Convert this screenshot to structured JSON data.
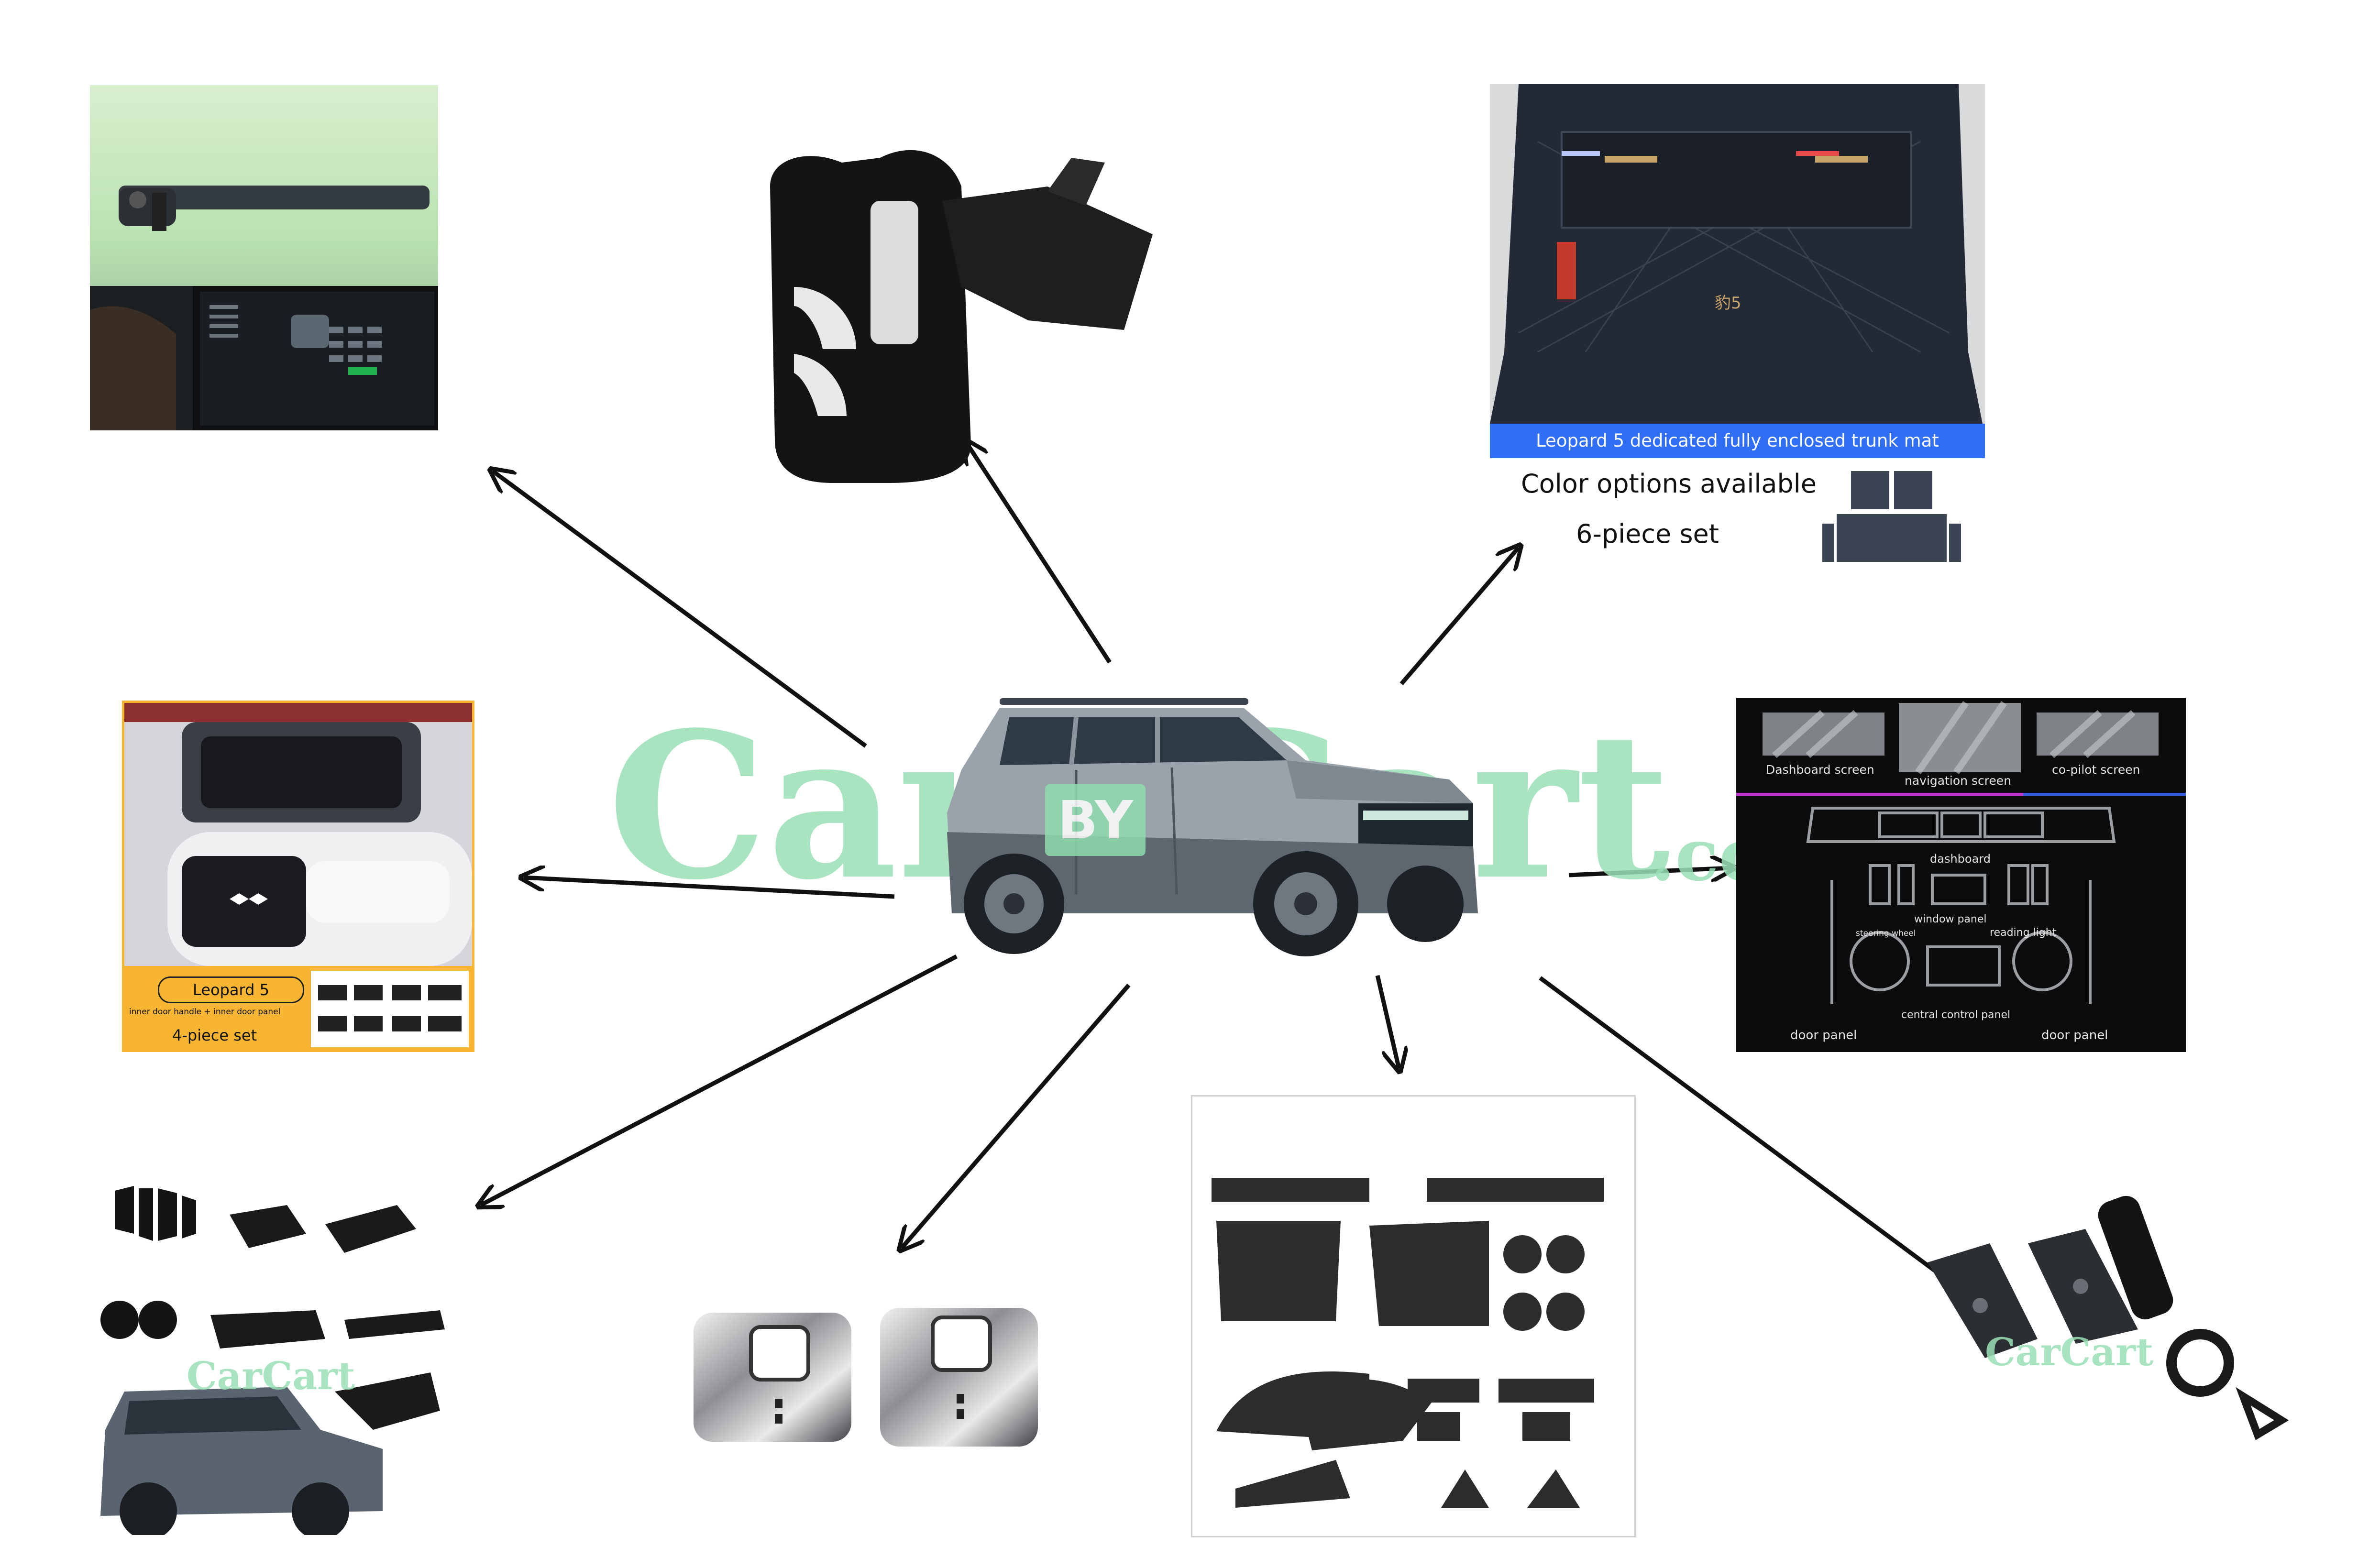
{
  "watermark": {
    "word1": "Car",
    "badge": "BY",
    "word2": "Cart",
    "suffix": ".com",
    "color": "#8fdcae"
  },
  "trunk_mat": {
    "banner": "Leopard 5 dedicated fully enclosed trunk mat",
    "line1": "Color options available",
    "line2": "6-piece set",
    "emblem": "豹5",
    "banner_color": "#2f6ef5"
  },
  "door_panel": {
    "title": "Leopard 5",
    "desc": "inner door handle + inner door panel",
    "count": "4-piece set",
    "accent_color": "#f7b531"
  },
  "screen_film": {
    "dash_label": "Dashboard screen",
    "nav_label": "navigation screen",
    "copilot_label": "co-pilot screen",
    "dashboard": "dashboard",
    "steering": "steering wheel",
    "window": "window panel",
    "reading": "reading light",
    "central": "central control panel",
    "door_left": "door panel",
    "door_right": "door panel"
  },
  "colors": {
    "arrow": "#111111"
  }
}
